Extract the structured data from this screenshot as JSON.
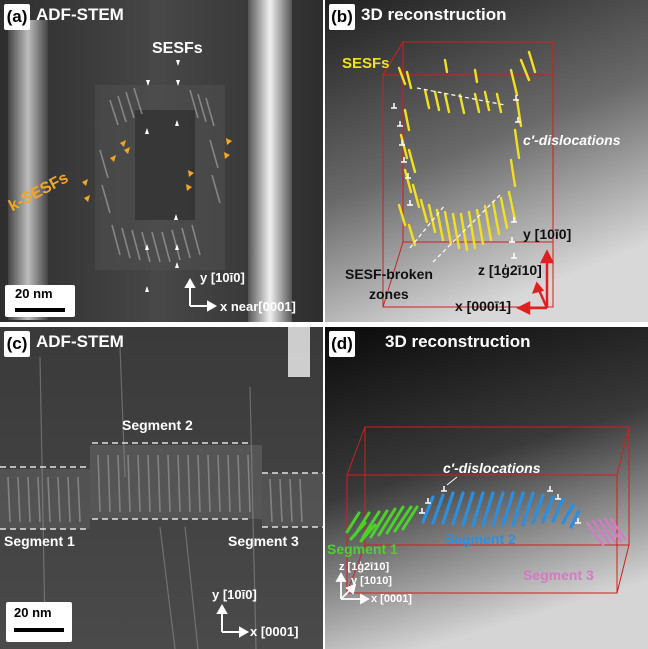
{
  "panel_a": {
    "label": "(a)",
    "title": "ADF-STEM",
    "sesfs_label": "SESFs",
    "k_sesfs_label": "k-SESFs",
    "scale_label": "20 nm",
    "axis_y": "y [10ī0]",
    "axis_x": "x near[0001]"
  },
  "panel_b": {
    "label": "(b)",
    "title": "3D reconstruction",
    "sesfs_label": "SESFs",
    "c_dislocations": "c′-dislocations",
    "broken_zones_line1": "SESF-broken",
    "broken_zones_line2": "zones",
    "axis_y": "y [10ī0]",
    "axis_z": "z [1ģ2ī10]",
    "axis_x": "x [000ī1]"
  },
  "panel_c": {
    "label": "(c)",
    "title": "ADF-STEM",
    "segment1": "Segment 1",
    "segment2": "Segment 2",
    "segment3": "Segment 3",
    "scale_label": "20 nm",
    "axis_y": "y [10ī0]",
    "axis_x": "x [0001]"
  },
  "panel_d": {
    "label": "(d)",
    "title": "3D reconstruction",
    "c_dislocations": "c′-dislocations",
    "segment1": "Segment 1",
    "segment2": "Segment 2",
    "segment3": "Segment 3",
    "axis_z": "z [1ģ2ī10]",
    "axis_y": "y [1010]",
    "axis_x": "x [0001]"
  },
  "colors": {
    "sesf_yellow": "#f2e020",
    "k_sesf_orange": "#f5a623",
    "segment1_green": "#4cd02a",
    "segment2_blue": "#2b8fe0",
    "segment3_pink": "#d778c8",
    "box_red": "#d02020"
  }
}
